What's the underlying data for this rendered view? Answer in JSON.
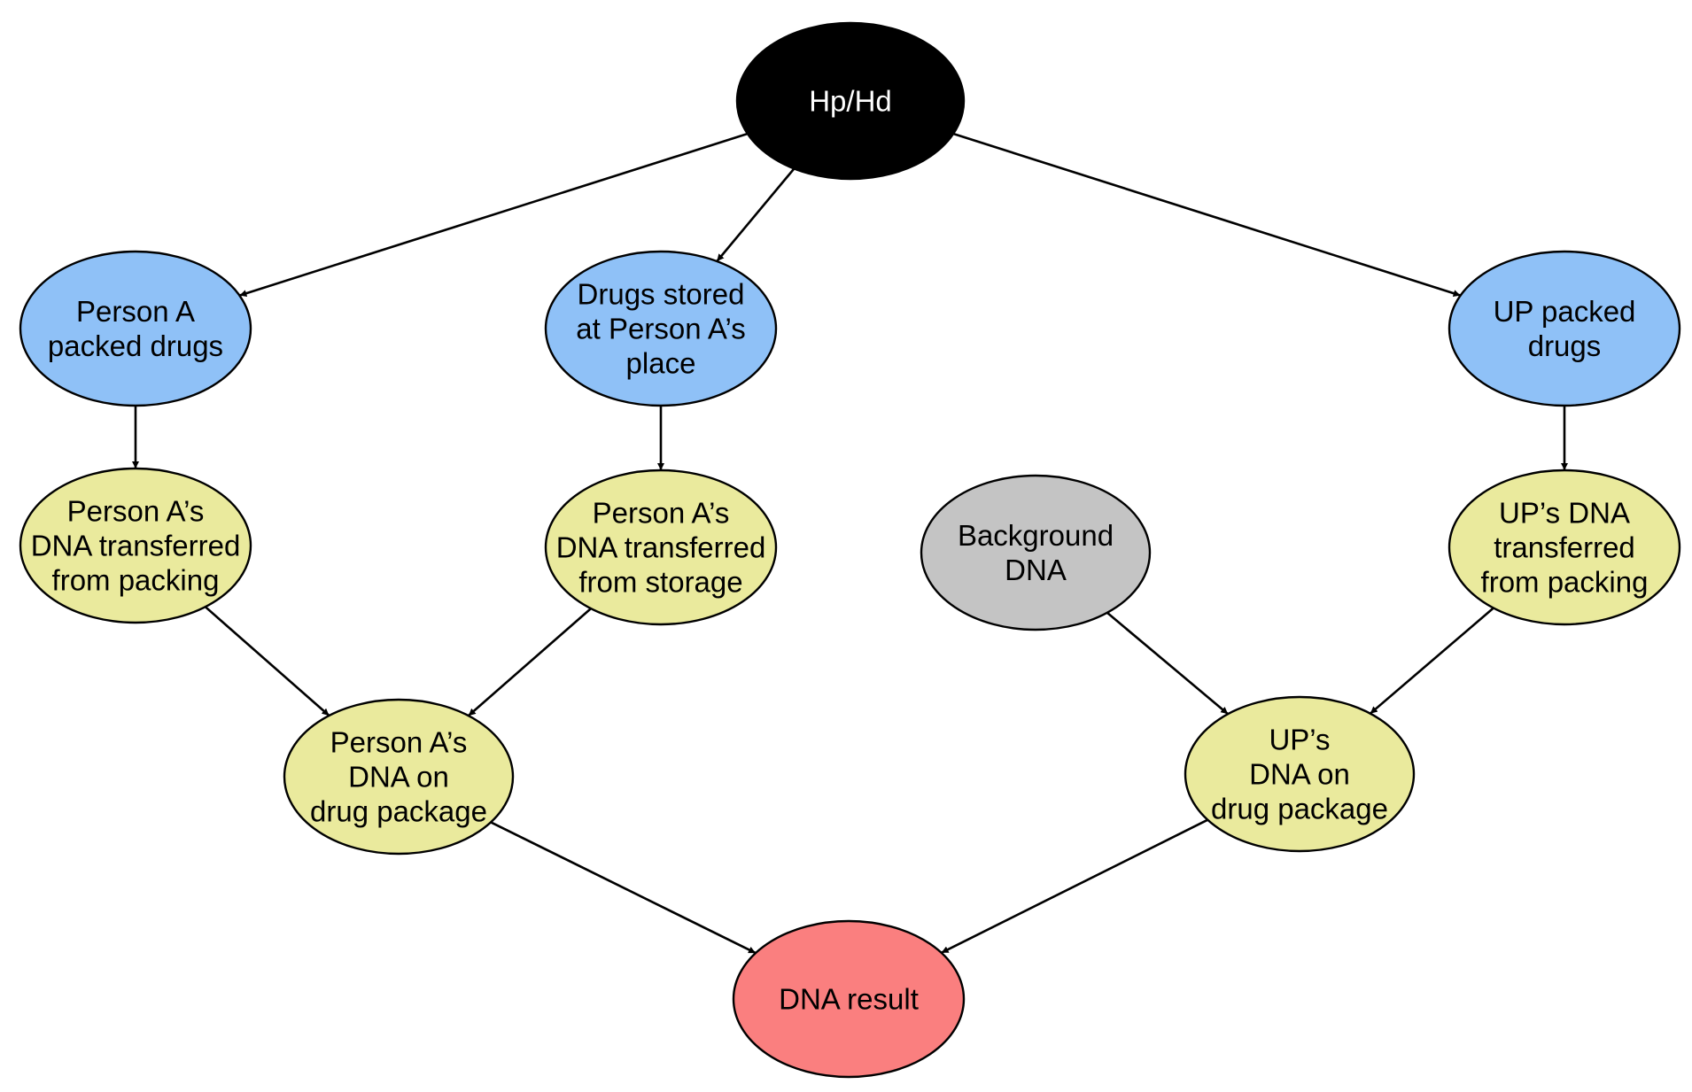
{
  "nodes": {
    "hp_hd": {
      "lines": [
        "Hp/Hd"
      ],
      "fill": "#000000",
      "text_color": "#ffffff"
    },
    "person_a_packed": {
      "lines": [
        "Person A",
        "packed drugs"
      ],
      "fill": "#8fc1f7",
      "text_color": "#000000"
    },
    "drugs_stored": {
      "lines": [
        "Drugs stored",
        "at Person A’s",
        "place"
      ],
      "fill": "#8fc1f7",
      "text_color": "#000000"
    },
    "up_packed": {
      "lines": [
        "UP packed",
        "drugs"
      ],
      "fill": "#8fc1f7",
      "text_color": "#000000"
    },
    "a_dna_packing": {
      "lines": [
        "Person A’s",
        "DNA transferred",
        "from packing"
      ],
      "fill": "#eaea9d",
      "text_color": "#000000"
    },
    "a_dna_storage": {
      "lines": [
        "Person A’s",
        "DNA transferred",
        "from storage"
      ],
      "fill": "#eaea9d",
      "text_color": "#000000"
    },
    "background_dna": {
      "lines": [
        "Background",
        "DNA"
      ],
      "fill": "#c4c4c4",
      "text_color": "#000000"
    },
    "up_dna_packing": {
      "lines": [
        "UP’s DNA",
        "transferred",
        "from packing"
      ],
      "fill": "#eaea9d",
      "text_color": "#000000"
    },
    "a_dna_package": {
      "lines": [
        "Person A’s",
        "DNA on",
        "drug package"
      ],
      "fill": "#eaea9d",
      "text_color": "#000000"
    },
    "up_dna_package": {
      "lines": [
        "UP’s",
        "DNA on",
        "drug package"
      ],
      "fill": "#eaea9d",
      "text_color": "#000000"
    },
    "dna_result": {
      "lines": [
        "DNA result"
      ],
      "fill": "#fa7f7f",
      "text_color": "#000000"
    }
  },
  "edges": [
    {
      "from": "hp_hd",
      "to": "person_a_packed"
    },
    {
      "from": "hp_hd",
      "to": "drugs_stored"
    },
    {
      "from": "hp_hd",
      "to": "up_packed"
    },
    {
      "from": "person_a_packed",
      "to": "a_dna_packing"
    },
    {
      "from": "drugs_stored",
      "to": "a_dna_storage"
    },
    {
      "from": "up_packed",
      "to": "up_dna_packing"
    },
    {
      "from": "a_dna_packing",
      "to": "a_dna_package"
    },
    {
      "from": "a_dna_storage",
      "to": "a_dna_package"
    },
    {
      "from": "background_dna",
      "to": "up_dna_package"
    },
    {
      "from": "up_dna_packing",
      "to": "up_dna_package"
    },
    {
      "from": "a_dna_package",
      "to": "dna_result"
    },
    {
      "from": "up_dna_package",
      "to": "dna_result"
    }
  ]
}
